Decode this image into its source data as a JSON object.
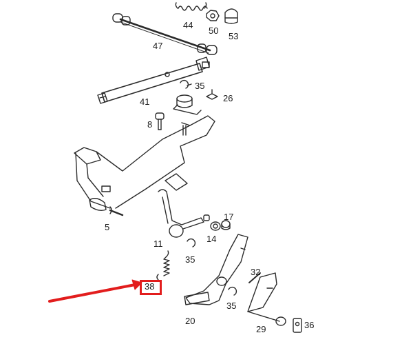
{
  "diagram": {
    "part_labels": {
      "p44": "44",
      "p50": "50",
      "p53": "53",
      "p47": "47",
      "p35a": "35",
      "p26": "26",
      "p41": "41",
      "p8": "8",
      "p5": "5",
      "p17": "17",
      "p14": "14",
      "p11": "11",
      "p35b": "35",
      "p32": "32",
      "p35c": "35",
      "p20": "20",
      "p29": "29",
      "p36": "36"
    },
    "highlight": {
      "label": "38",
      "color": "#e21d1d"
    },
    "line_color": "#2a2a2a"
  }
}
